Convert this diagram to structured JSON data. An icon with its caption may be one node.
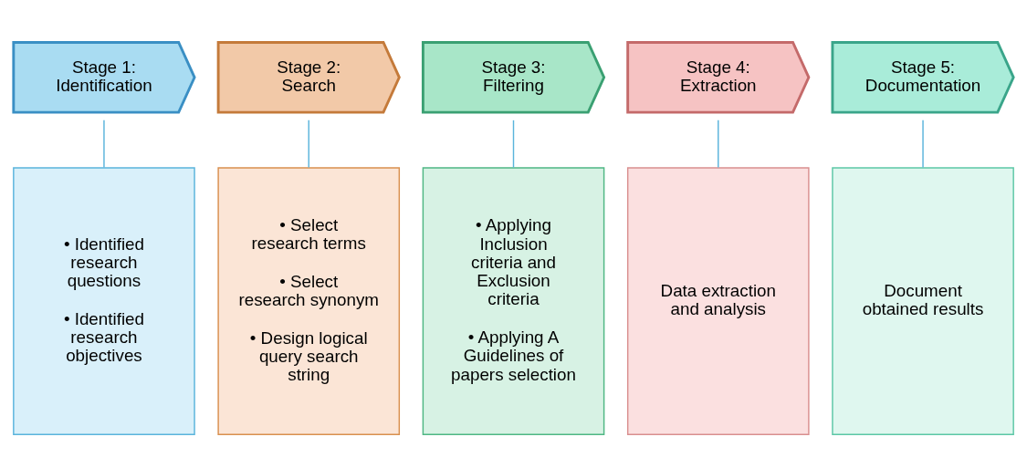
{
  "diagram": {
    "nodes": [
      {
        "text": [
          "Stage 1: Identification"
        ]
      },
      {
        "text": [
          "Stage 2: Search"
        ]
      },
      {
        "text": [
          "Stage 3: Filtering"
        ]
      },
      {
        "text": [
          "Stage 4: Extraction"
        ]
      },
      {
        "text": [
          "Stage 5: Documentation"
        ]
      },
      {
        "text": [
          "• Identified research questions",
          "• Identified research objectives"
        ]
      },
      {
        "text": [
          "• Select research terms",
          "• Select research synonym",
          "• Design logical query search string"
        ]
      },
      {
        "text": [
          "• Applying Inclusion criteria and Exclusion criteria",
          "• Applying A Guidelines of papers selection"
        ]
      },
      {
        "text": [
          "Data extraction and analysis"
        ]
      },
      {
        "text": [
          "Document obtained results"
        ]
      }
    ],
    "edges": [
      {
        "from": 0,
        "to": 5,
        "arrow": "none"
      },
      {
        "from": 1,
        "to": 6,
        "arrow": "none"
      },
      {
        "from": 2,
        "to": 7,
        "arrow": "none"
      },
      {
        "from": 3,
        "to": 8,
        "arrow": "none"
      },
      {
        "from": 4,
        "to": 9,
        "arrow": "none"
      }
    ]
  }
}
